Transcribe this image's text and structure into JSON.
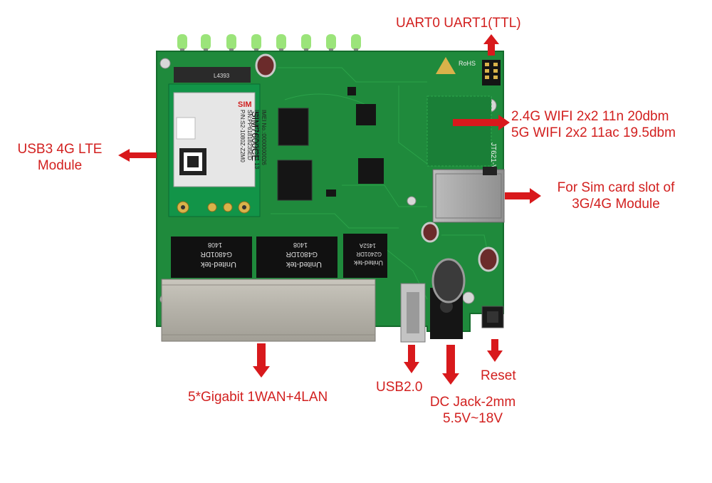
{
  "colors": {
    "label": "#d2201f",
    "arrow": "#d8191c",
    "pcb": "#1f8a3c",
    "pcb_dark": "#146b2c"
  },
  "labels": {
    "uart": "UART0 UART1(TTL)",
    "wifi_24": "2.4G WIFI 2x2 11n 20dbm",
    "wifi_5": "5G WIFI 2x2 11ac 19.5dbm",
    "lte_line1": "USB3 4G LTE",
    "lte_line2": "Module",
    "sim_line1": "For Sim card slot of",
    "sim_line2": "3G/4G Module",
    "ethernet": "5*Gigabit 1WAN+4LAN",
    "usb": "USB2.0",
    "dc_line1": "DC Jack-2mm",
    "dc_line2": "5.5V~18V",
    "reset": "Reset"
  },
  "board": {
    "module_name": "SIM7600CE",
    "module_brand": "SIM",
    "module_lines": [
      "P/N:S2-1080Z-Z2M0",
      "SN:PP61818235ED",
      "IMEI:861477030051 13",
      "IMEI No.:0000000026"
    ],
    "slot_label": "L4393",
    "transformers": [
      {
        "brand": "United-tek",
        "part": "G4801DR",
        "code": "1408"
      },
      {
        "brand": "United-tek",
        "part": "G4801DR",
        "code": "1408"
      },
      {
        "brand": "United-tek",
        "part": "G2401DR",
        "code": "1452A"
      }
    ],
    "edge_text": "JT621-V",
    "rohs_text": "RoHS"
  }
}
